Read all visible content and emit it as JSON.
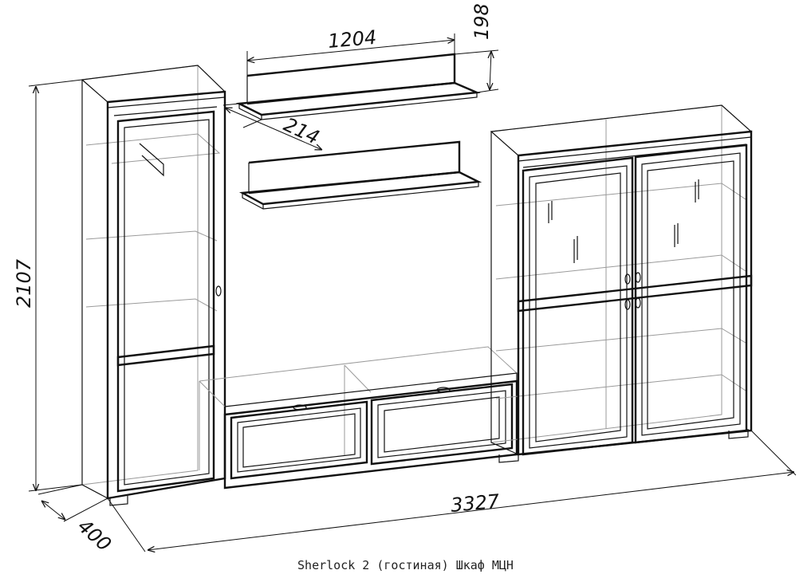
{
  "dimensions": {
    "shelf_width": "1204",
    "shelf_height": "198",
    "shelf_depth": "214",
    "total_height": "2107",
    "total_depth": "400",
    "total_width": "3327"
  },
  "caption": "Sherlock 2 (гостиная) Шкаф МЦН"
}
